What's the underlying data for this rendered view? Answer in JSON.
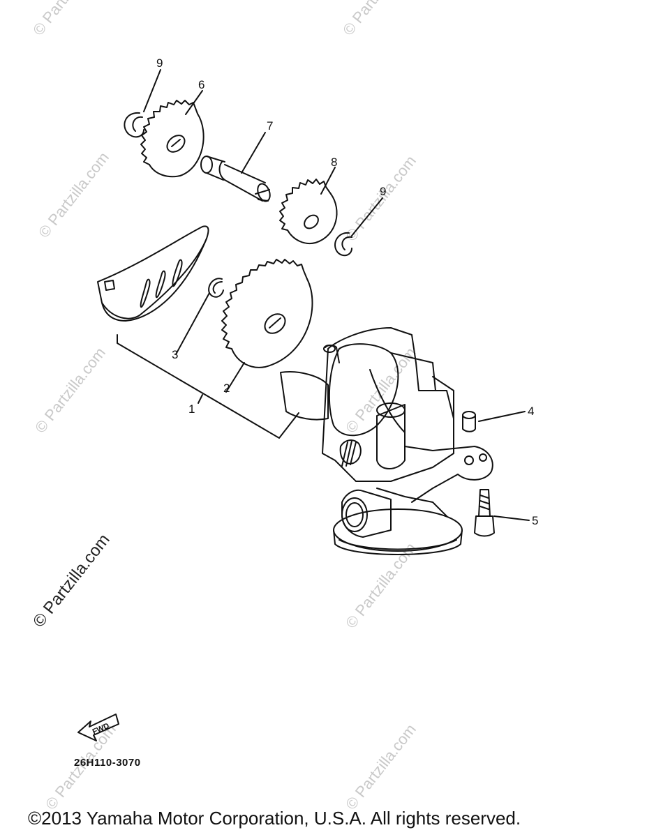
{
  "callouts": {
    "c1": "1",
    "c2": "2",
    "c3": "3",
    "c4": "4",
    "c5": "5",
    "c6": "6",
    "c7": "7",
    "c8": "8",
    "c9a": "9",
    "c9b": "9"
  },
  "fwd_label": "FWD",
  "part_code": "26H110-3070",
  "watermark": "© Partzilla.com",
  "copyright": "©2013  Yamaha Motor Corporation, U.S.A. All rights reserved.",
  "colors": {
    "line": "#111111",
    "watermark": "#c9c9c9",
    "background": "#ffffff"
  }
}
